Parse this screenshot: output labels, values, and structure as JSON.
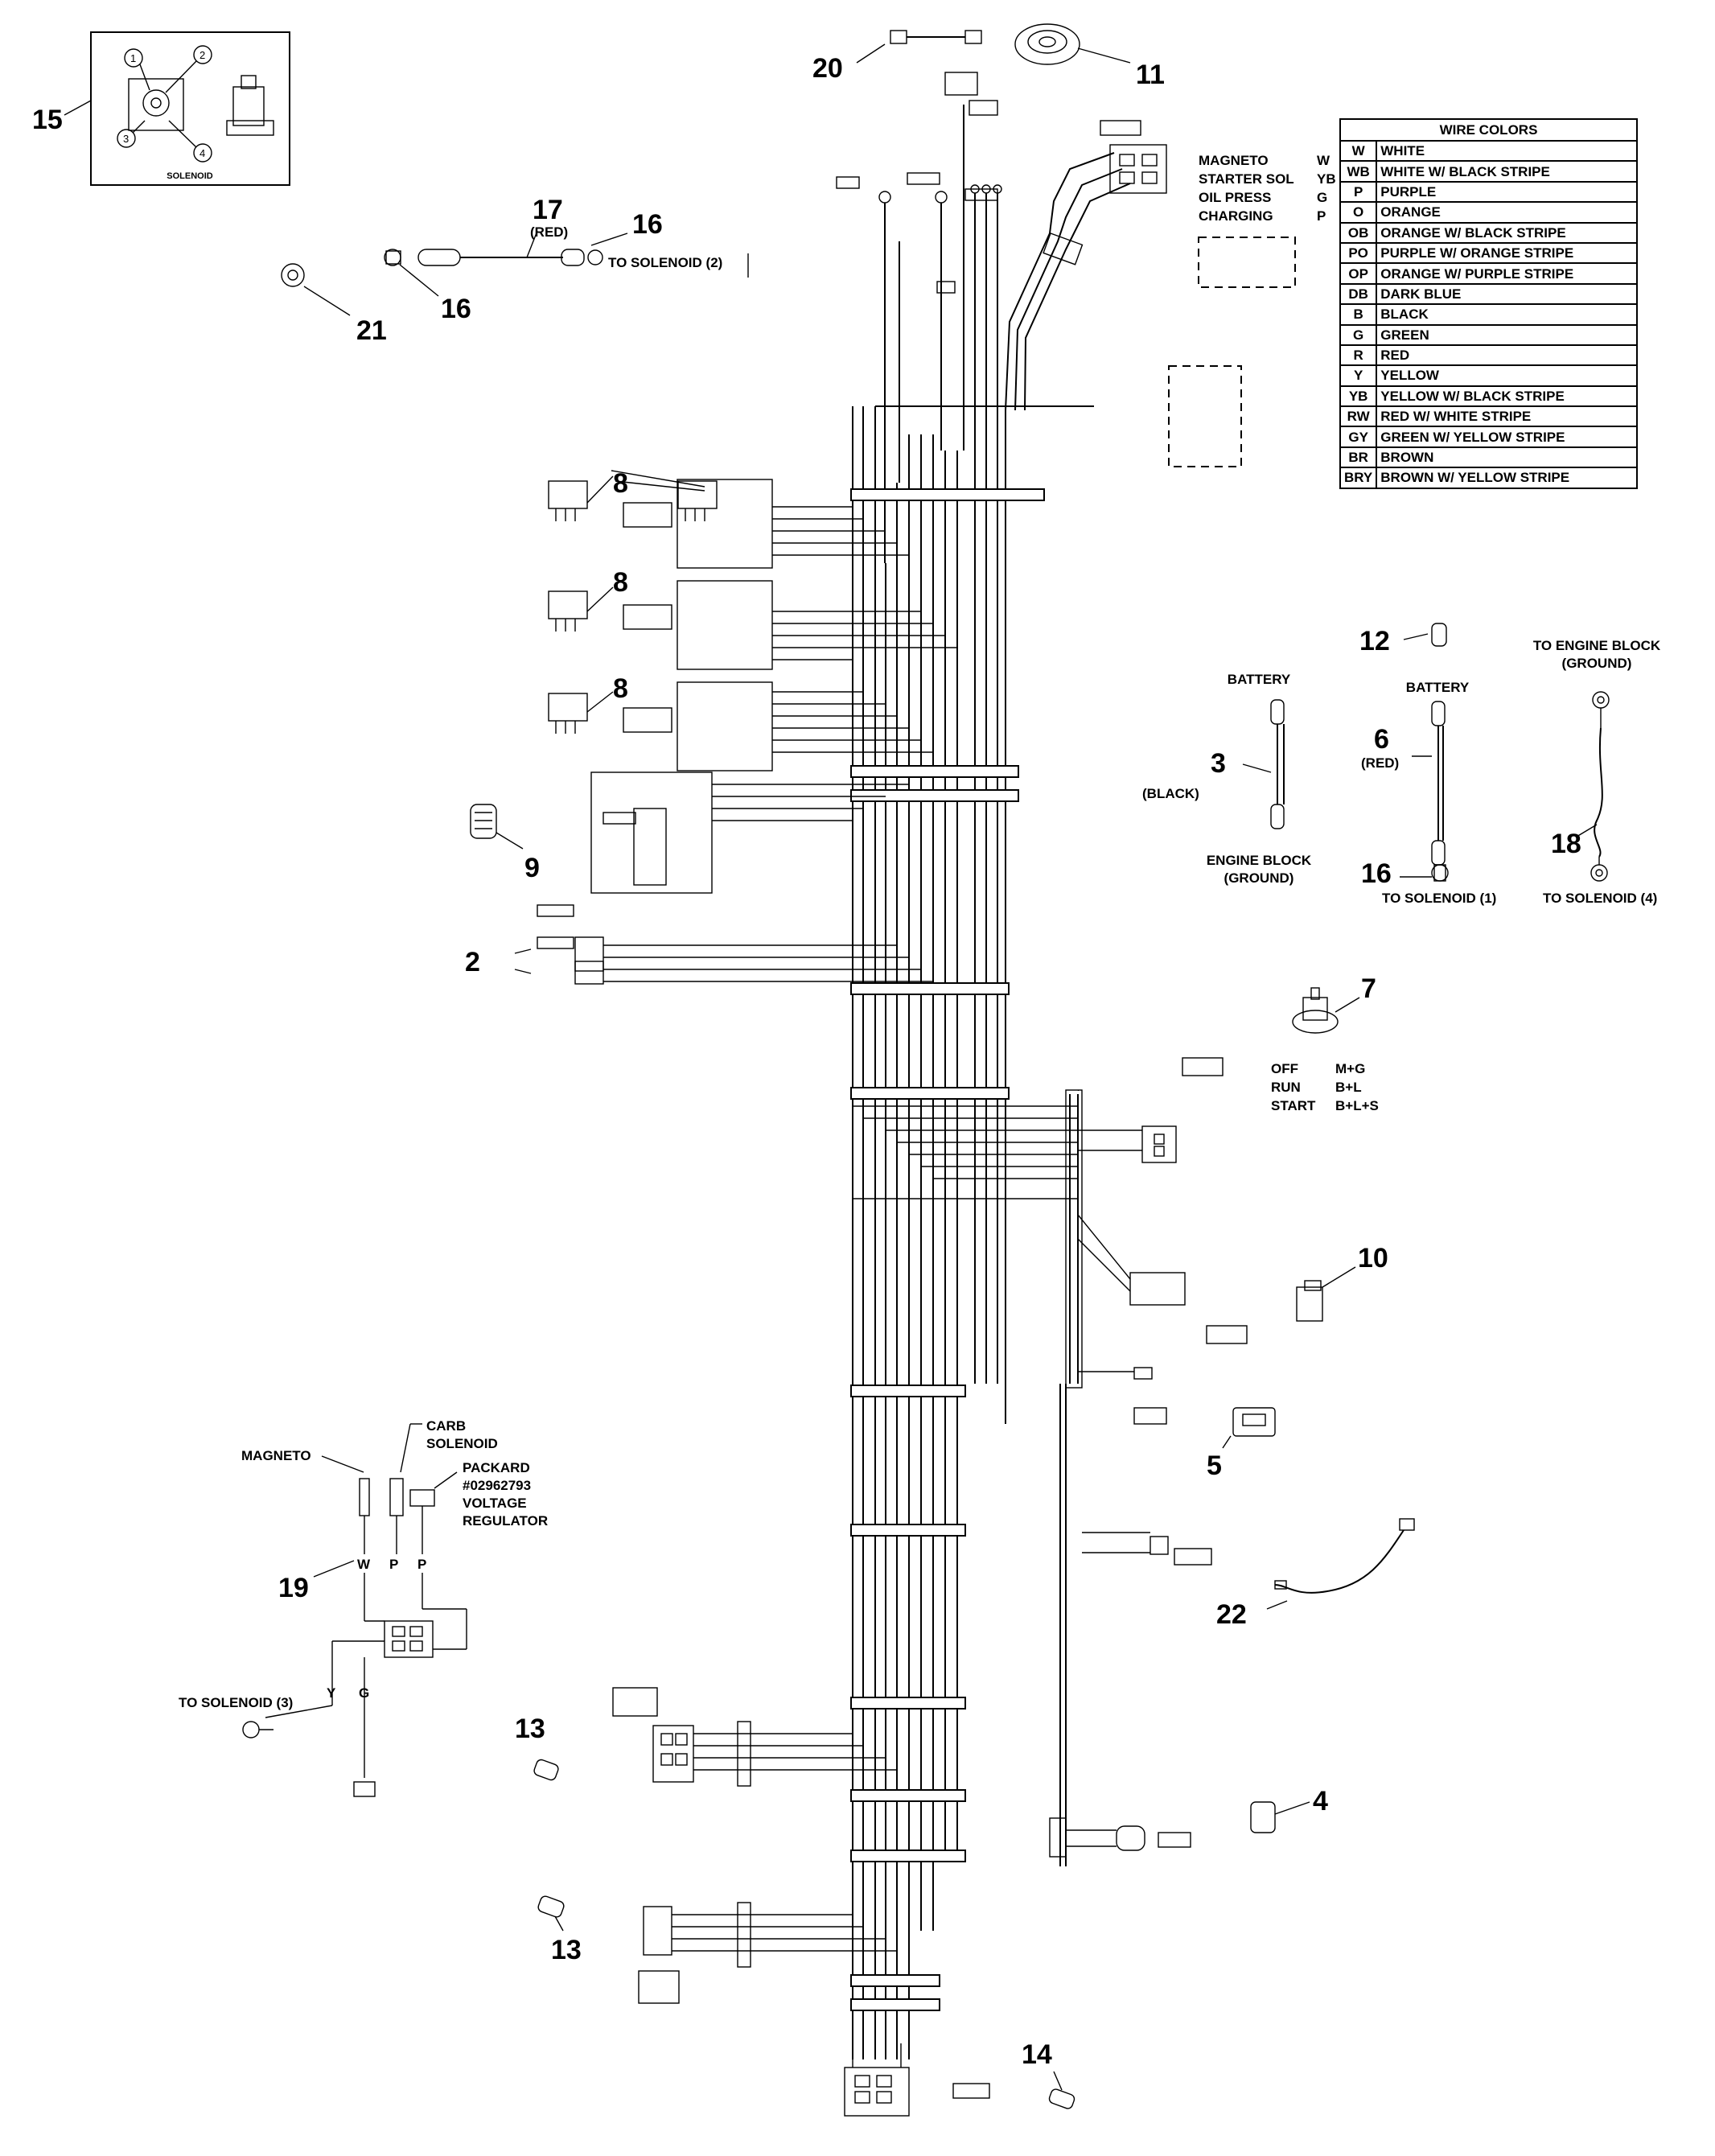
{
  "callouts": {
    "c15": "15",
    "c17": "17",
    "c17_color": "(RED)",
    "c16a": "16",
    "c16b": "16",
    "c16c": "16",
    "to_solenoid_2": "TO SOLENOID (2)",
    "c20": "20",
    "c11": "11",
    "c21": "21",
    "c8a": "8",
    "c8b": "8",
    "c8c": "8",
    "c9": "9",
    "c2": "2",
    "c12": "12",
    "c3": "3",
    "c3_color": "(BLACK)",
    "c6": "6",
    "c6_color": "(RED)",
    "battery_a": "BATTERY",
    "battery_b": "BATTERY",
    "engine_block": "ENGINE BLOCK",
    "ground": "(GROUND)",
    "to_solenoid_1": "TO SOLENOID (1)",
    "to_engine_block": "TO ENGINE BLOCK",
    "ground2": "(GROUND)",
    "c18": "18",
    "to_solenoid_4": "TO SOLENOID (4)",
    "c7": "7",
    "c10": "10",
    "c5": "5",
    "c22": "22",
    "c19": "19",
    "c13a": "13",
    "c13b": "13",
    "c4": "4",
    "c14": "14",
    "solenoid_caption": "SOLENOID"
  },
  "magneto_legend": [
    {
      "label": "MAGNETO",
      "code": "W"
    },
    {
      "label": "STARTER SOL",
      "code": "YB"
    },
    {
      "label": "OIL PRESS",
      "code": "G"
    },
    {
      "label": "CHARGING",
      "code": "P"
    }
  ],
  "ignition": {
    "off": "OFF",
    "off_v": "M+G",
    "run": "RUN",
    "run_v": "B+L",
    "start": "START",
    "start_v": "B+L+S"
  },
  "regulator": {
    "magneto": "MAGNETO",
    "carb": "CARB",
    "carb2": "SOLENOID",
    "packard": "PACKARD",
    "packard2": "#02962793",
    "voltage": "VOLTAGE",
    "regulator": "REGULATOR",
    "w": "W",
    "p1": "P",
    "p2": "P",
    "y": "Y",
    "g": "G",
    "to_solenoid_3": "TO SOLENOID (3)"
  },
  "wire_colors": {
    "title": "WIRE COLORS",
    "rows": [
      {
        "code": "W",
        "name": "WHITE"
      },
      {
        "code": "WB",
        "name": "WHITE W/ BLACK STRIPE"
      },
      {
        "code": "P",
        "name": "PURPLE"
      },
      {
        "code": "O",
        "name": "ORANGE"
      },
      {
        "code": "OB",
        "name": "ORANGE W/ BLACK STRIPE"
      },
      {
        "code": "PO",
        "name": "PURPLE W/ ORANGE STRIPE"
      },
      {
        "code": "OP",
        "name": "ORANGE W/ PURPLE STRIPE"
      },
      {
        "code": "DB",
        "name": "DARK BLUE"
      },
      {
        "code": "B",
        "name": "BLACK"
      },
      {
        "code": "G",
        "name": "GREEN"
      },
      {
        "code": "R",
        "name": "RED"
      },
      {
        "code": "Y",
        "name": "YELLOW"
      },
      {
        "code": "YB",
        "name": "YELLOW W/ BLACK STRIPE"
      },
      {
        "code": "RW",
        "name": "RED W/ WHITE STRIPE"
      },
      {
        "code": "GY",
        "name": "GREEN W/ YELLOW STRIPE"
      },
      {
        "code": "BR",
        "name": "BROWN"
      },
      {
        "code": "BRY",
        "name": "BROWN W/ YELLOW STRIPE"
      }
    ]
  }
}
